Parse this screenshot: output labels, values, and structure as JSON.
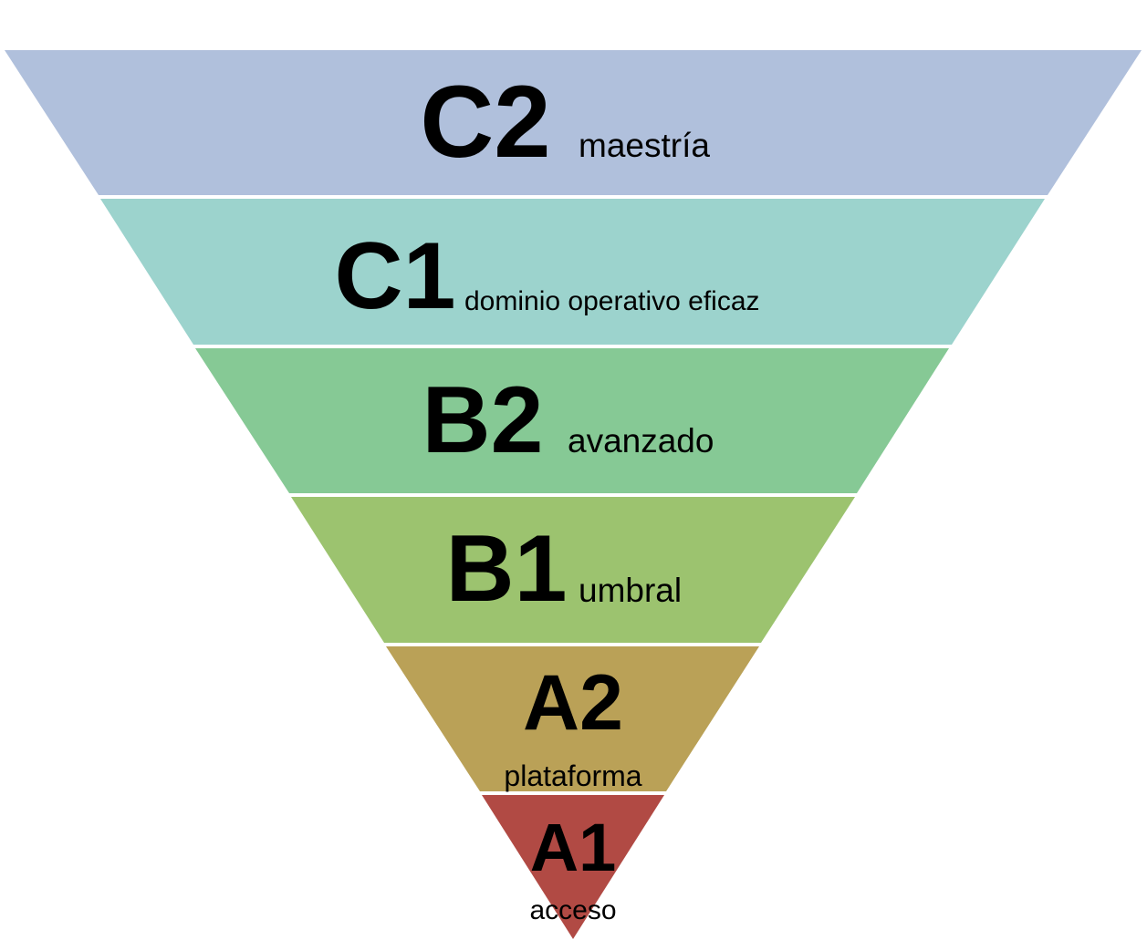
{
  "levels": [
    {
      "code": "C2",
      "description": "maestría",
      "color": "#b0c0dc"
    },
    {
      "code": "C1",
      "description": "dominio operativo eficaz",
      "color": "#9cd3cd"
    },
    {
      "code": "B2",
      "description": "avanzado",
      "color": "#86c995"
    },
    {
      "code": "B1",
      "description": "umbral",
      "color": "#9cc36f"
    },
    {
      "code": "A2",
      "description": "plataforma",
      "color": "#baa157"
    },
    {
      "code": "A1",
      "description": "acceso",
      "color": "#b14a44"
    }
  ]
}
